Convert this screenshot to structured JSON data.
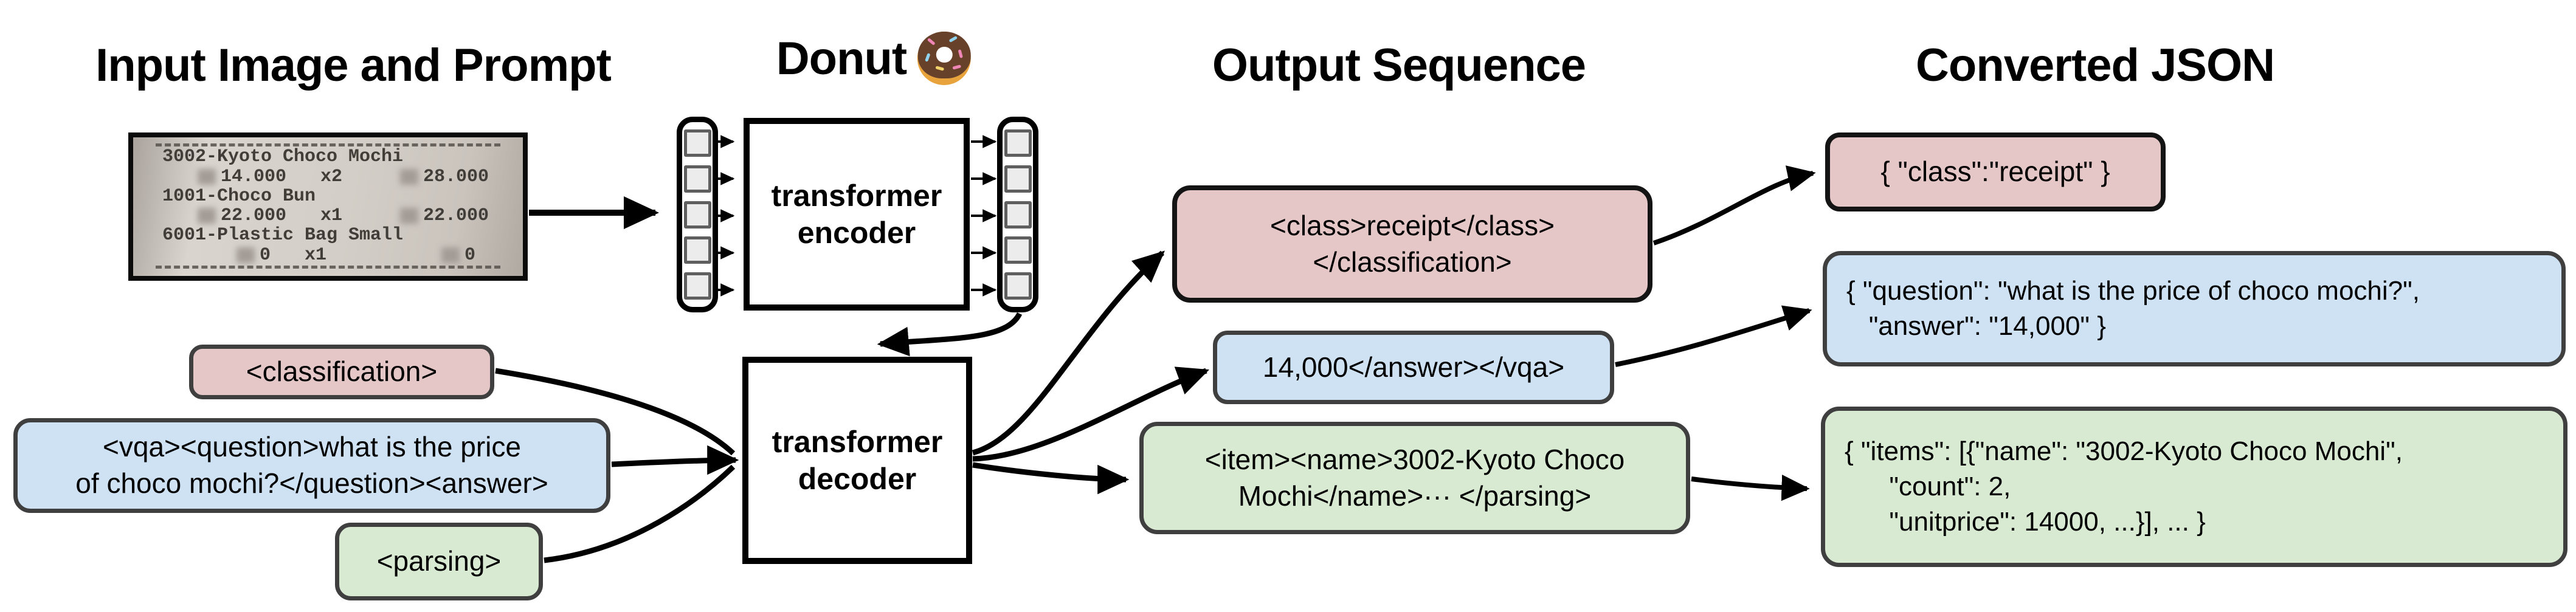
{
  "headers": {
    "input": "Input Image and Prompt",
    "donut": "Donut",
    "donut_icon": "donut-emoji",
    "output": "Output Sequence",
    "json": "Converted JSON"
  },
  "colors": {
    "pink": "#e6c7c7",
    "blue": "#cfe2f3",
    "green": "#d9ead3",
    "box_border": "#3f3f3f",
    "line": "#000000"
  },
  "receipt": {
    "line1": "3002-Kyoto Choco Mochi",
    "price1_unit": "14.000",
    "price1_qty": "x2",
    "price1_total": "28.000",
    "line2": "1001-Choco Bun",
    "price2_unit": "22.000",
    "price2_qty": "x1",
    "price2_total": "22.000",
    "line3": "6001-Plastic Bag Small",
    "price3_unit": "0",
    "price3_qty": "x1",
    "price3_total": "0"
  },
  "model": {
    "encoder": "transformer\nencoder",
    "decoder": "transformer\ndecoder"
  },
  "prompts": {
    "classification": "<classification>",
    "vqa": "<vqa><question>what is the price\nof choco mochi?</question><answer>",
    "parsing": "<parsing>"
  },
  "outputs": {
    "classification": "<class>receipt</class>\n</classification>",
    "vqa": "14,000</answer></vqa>",
    "parsing": "<item><name>3002-Kyoto Choco\nMochi</name>··· </parsing>"
  },
  "json_outputs": {
    "classification": "{ \"class\":\"receipt\" }",
    "vqa": "{ \"question\": \"what is the price of choco mochi?\",\n   \"answer\": \"14,000\" }",
    "parsing": "{ \"items\": [{\"name\": \"3002-Kyoto Choco Mochi\",\n      \"count\": 2,\n      \"unitprice\": 14000, ...}], ... }"
  }
}
